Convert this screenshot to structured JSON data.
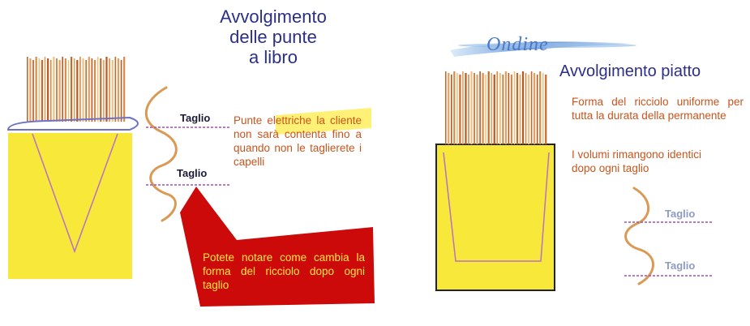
{
  "left": {
    "title_lines": [
      "Avvolgimento",
      "delle punte",
      "a libro"
    ],
    "cut_labels": [
      "Taglio",
      "Taglio"
    ],
    "description": "Punte elettriche la cliente non sarà contenta fino a quando non le taglierete i capelli",
    "callout": "Potete notare come cambia la forma del ricciolo dopo ogni taglio"
  },
  "right": {
    "logo_text": "Ondine",
    "title": "Avvolgimento piatto",
    "description_1": "Forma del ricciolo uniforme per tutta la durata della permanente",
    "description_2": "I volumi rimangono identici dopo ogni taglio",
    "cut_labels": [
      "Taglio",
      "Taglio"
    ]
  },
  "colors": {
    "title_blue": "#2c2f86",
    "text_orange": "#c8541c",
    "paper_yellow": "#f7e83a",
    "hair_orange": "#c97a3a",
    "callout_red": "#cc0a0a",
    "callout_text": "#ffe640",
    "highlight_yellow": "#fff176",
    "cut_line_purple": "#a34fb0"
  }
}
